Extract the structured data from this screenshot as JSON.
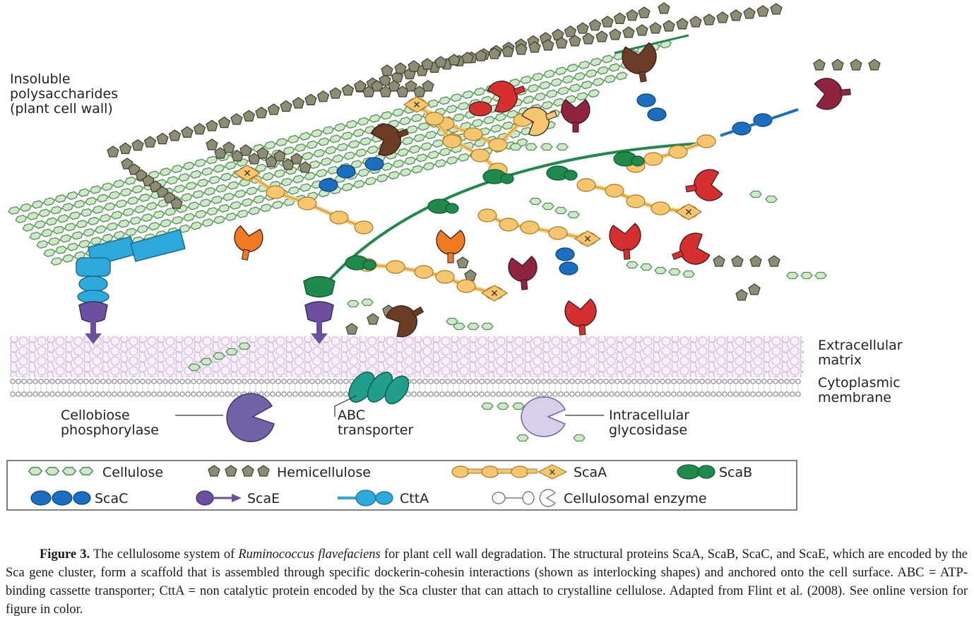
{
  "labels": {
    "insoluble": [
      "Insoluble",
      "polysaccharides",
      "(plant cell wall)"
    ],
    "extracellular": [
      "Extracellular",
      "matrix"
    ],
    "cytoplasmic": [
      "Cytoplasmic",
      "membrane"
    ],
    "cellobiose": [
      "Cellobiose",
      "phosphorylase"
    ],
    "abc": [
      "ABC",
      "transporter"
    ],
    "intracellular": [
      "Intracellular",
      "glycosidase"
    ]
  },
  "legend": {
    "cellulose": "Cellulose",
    "hemicellulose": "Hemicellulose",
    "scaa": "ScaA",
    "scab": "ScaB",
    "scac": "ScaC",
    "scae": "ScaE",
    "ctta": "CttA",
    "enzyme": "Cellulosomal enzyme"
  },
  "caption": {
    "lead": "Figure 3.",
    "part1": " The cellulosome system of ",
    "species": "Ruminococcus flavefaciens",
    "part2": " for plant cell wall degradation. The structural proteins ScaA, ScaB, ScaC, and ScaE, which are encoded by the Sca gene cluster, form a scaffold that is assembled through specific dockerin-cohesin interactions (shown as interlocking shapes) and anchored onto the cell surface. ABC = ATP-binding cassette transporter; CttA = non catalytic protein encoded by the Sca cluster that can attach to crystalline cellulose. Adapted from Flint et al. (2008). See online version for figure in color."
  },
  "colors": {
    "cellulose_fill": "#cfe8c8",
    "cellulose_stroke": "#4f8f55",
    "hemicellulose": "#8d8d73",
    "scaa": "#f6c66f",
    "scab": "#1f8a4c",
    "scac": "#1a6fc0",
    "scae": "#6d4fa0",
    "ctta": "#2ea9dc",
    "membrane": "#c7a3cf",
    "teal": "#1f9f8c",
    "red": "#d62f2f",
    "maroon": "#8e2440",
    "orange": "#ee7a22",
    "brown": "#6b3d24",
    "purple_enzyme": "#7263a6"
  }
}
